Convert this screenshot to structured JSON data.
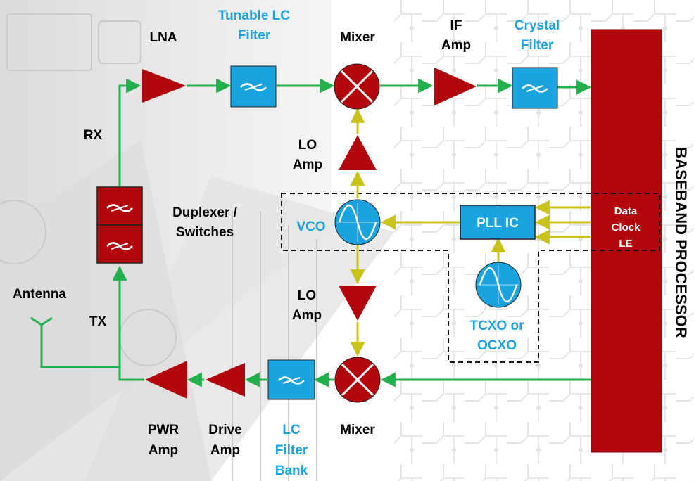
{
  "labels": {
    "lna": "LNA",
    "tunable_filter": [
      "Tunable LC",
      "Filter"
    ],
    "mixer_rx": "Mixer",
    "if_amp": [
      "IF",
      "Amp"
    ],
    "crystal_filter": [
      "Crystal",
      "Filter"
    ],
    "rx": "RX",
    "lo_amp_top": [
      "LO",
      "Amp"
    ],
    "duplexer": [
      "Duplexer /",
      "Switches"
    ],
    "vco": "VCO",
    "pll_ic": "PLL IC",
    "pll_signals": [
      "Data",
      "Clock",
      "LE"
    ],
    "antenna": "Antenna",
    "tx": "TX",
    "lo_amp_bottom": [
      "LO",
      "Amp"
    ],
    "tcxo": [
      "TCXO or",
      "OCXO"
    ],
    "pwr_amp": [
      "PWR",
      "Amp"
    ],
    "drive_amp": [
      "Drive",
      "Amp"
    ],
    "lc_filter_bank": [
      "LC",
      "Filter",
      "Bank"
    ],
    "mixer_tx": "Mixer",
    "baseband": "BASEBAND PROCESSOR"
  },
  "colors": {
    "signal_path": "#22b04c",
    "lo_path": "#c9c21a",
    "amp_red": "#b3070e",
    "filter_blue": "#1aa3df",
    "label_black": "#000000",
    "label_blue": "#1aa3df",
    "baseband_red": "#b3070e"
  }
}
